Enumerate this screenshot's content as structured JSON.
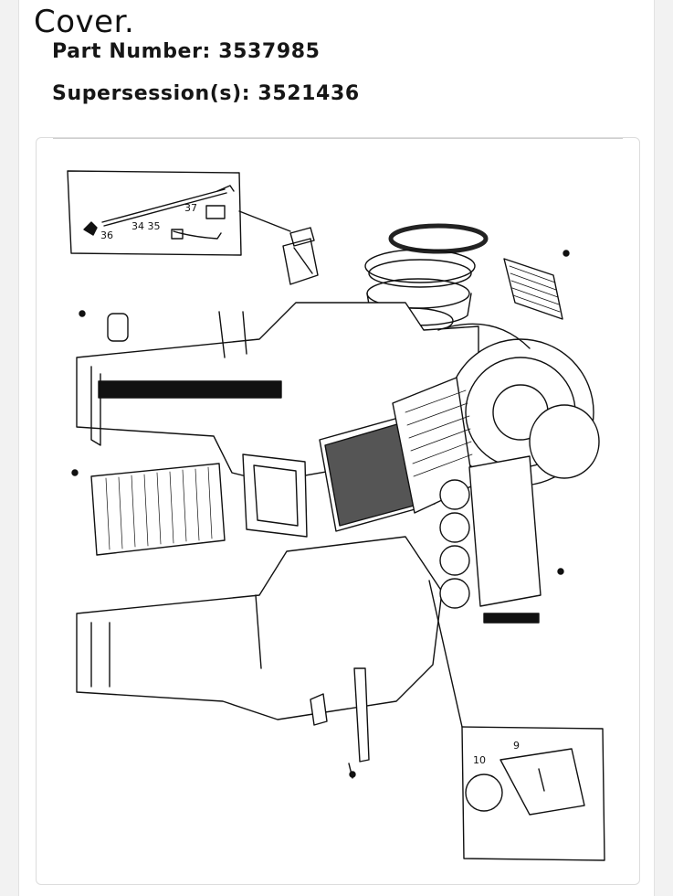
{
  "product": {
    "title": "Cover.",
    "part_number_label": "Part Number:",
    "part_number": "3537985",
    "supersession_label": "Supersession(s):",
    "supersession": "3521436"
  },
  "diagram": {
    "callouts": {
      "c37": "37",
      "c3435": "34 35",
      "c36": "36",
      "c10": "10",
      "c9": "9"
    }
  }
}
